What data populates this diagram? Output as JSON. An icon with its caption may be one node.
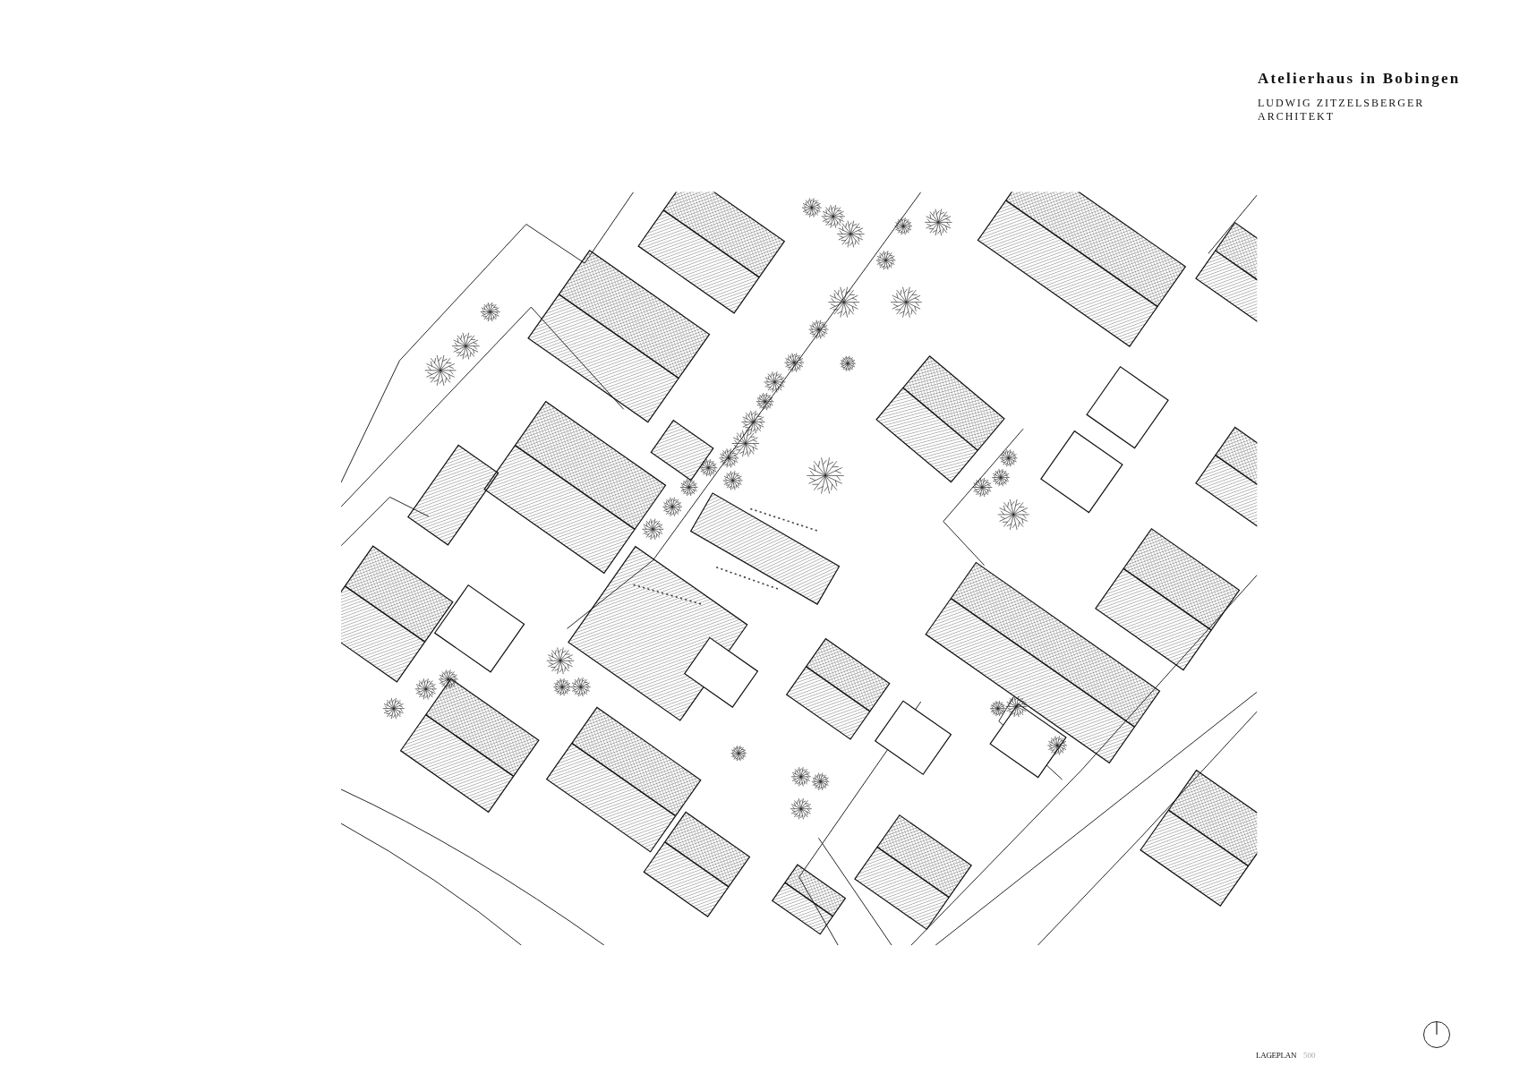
{
  "diagram": {
    "title": "Atelierhaus in Bobingen",
    "labels": [
      "LUDWIG ZITZELSBERGER ARCHITEKT",
      "LAGEPLAN",
      "500"
    ]
  }
}
